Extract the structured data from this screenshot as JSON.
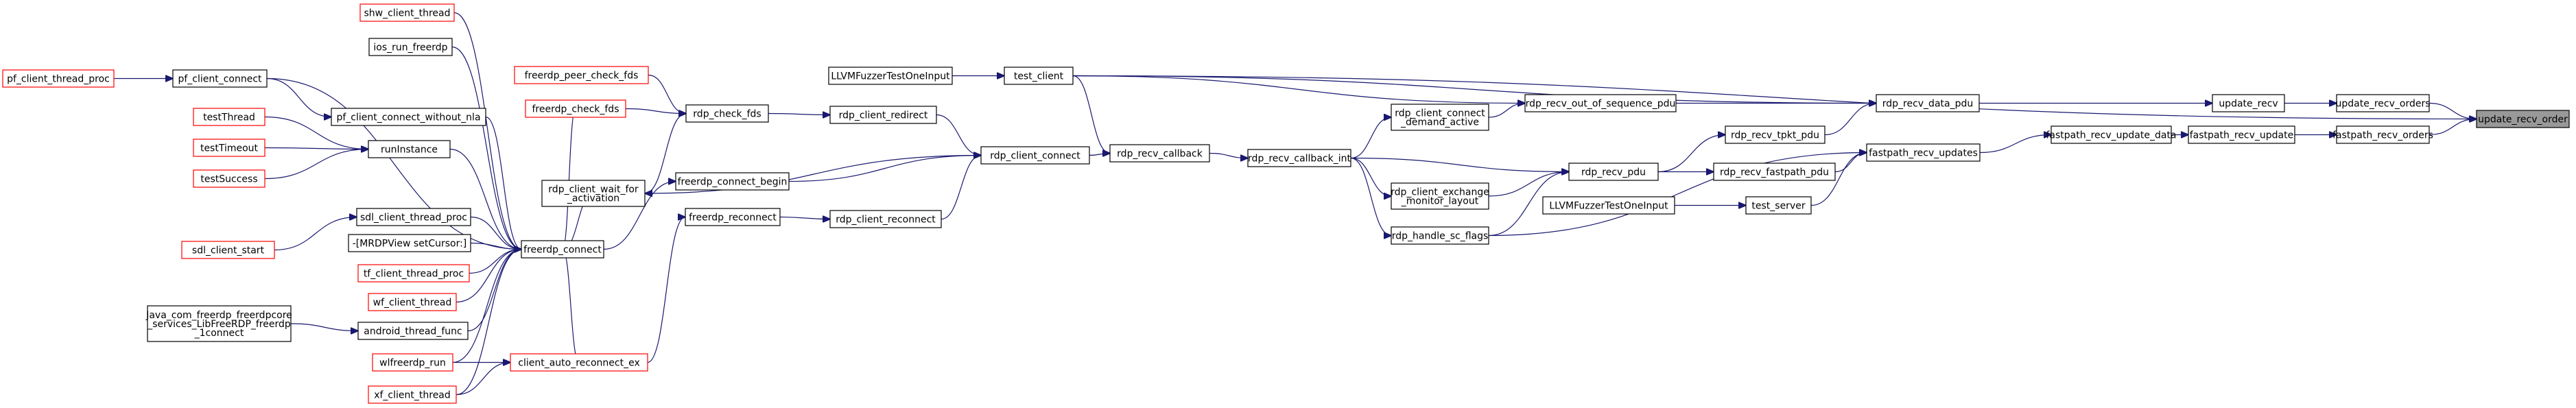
{
  "graph_title": "",
  "colors": {
    "edge": "#191970",
    "linked_border": "#000000",
    "unlinked_border": "#ff0000",
    "focus_fill": "#999999",
    "node_fill": "#ffffff"
  },
  "nodes": {
    "update_recv_order": {
      "lines": [
        "update_recv_order"
      ],
      "style": "focus"
    },
    "update_recv_orders": {
      "lines": [
        "update_recv_orders"
      ],
      "style": "linked"
    },
    "fastpath_recv_orders": {
      "lines": [
        "fastpath_recv_orders"
      ],
      "style": "linked"
    },
    "update_recv": {
      "lines": [
        "update_recv"
      ],
      "style": "linked"
    },
    "fastpath_recv_update": {
      "lines": [
        "fastpath_recv_update"
      ],
      "style": "linked"
    },
    "rdp_recv_data_pdu": {
      "lines": [
        "rdp_recv_data_pdu"
      ],
      "style": "linked"
    },
    "fastpath_recv_update_data": {
      "lines": [
        "fastpath_recv_update_data"
      ],
      "style": "linked"
    },
    "fastpath_recv_updates": {
      "lines": [
        "fastpath_recv_updates"
      ],
      "style": "linked"
    },
    "rdp_recv_out_of_sequence_pdu": {
      "lines": [
        "rdp_recv_out_of_sequence_pdu"
      ],
      "style": "linked"
    },
    "rdp_recv_tpkt_pdu": {
      "lines": [
        "rdp_recv_tpkt_pdu"
      ],
      "style": "linked"
    },
    "rdp_recv_fastpath_pdu": {
      "lines": [
        "rdp_recv_fastpath_pdu"
      ],
      "style": "linked"
    },
    "rdp_recv_pdu": {
      "lines": [
        "rdp_recv_pdu"
      ],
      "style": "linked"
    },
    "test_server": {
      "lines": [
        "test_server"
      ],
      "style": "linked"
    },
    "test_client": {
      "lines": [
        "test_client"
      ],
      "style": "linked"
    },
    "rdp_client_connect_demand_active": {
      "lines": [
        "rdp_client_connect",
        "_demand_active"
      ],
      "style": "linked"
    },
    "rdp_client_exchange_monitor_layout": {
      "lines": [
        "rdp_client_exchange",
        "_monitor_layout"
      ],
      "style": "linked"
    },
    "rdp_handle_sc_flags": {
      "lines": [
        "rdp_handle_sc_flags"
      ],
      "style": "linked"
    },
    "rdp_recv_callback_int": {
      "lines": [
        "rdp_recv_callback_int"
      ],
      "style": "linked"
    },
    "rdp_recv_callback": {
      "lines": [
        "rdp_recv_callback"
      ],
      "style": "linked"
    },
    "LLVMFuzzerTestOneInput_client": {
      "lines": [
        "LLVMFuzzerTestOneInput"
      ],
      "style": "linked"
    },
    "LLVMFuzzerTestOneInput_server": {
      "lines": [
        "LLVMFuzzerTestOneInput"
      ],
      "style": "linked"
    },
    "rdp_client_connect": {
      "lines": [
        "rdp_client_connect"
      ],
      "style": "linked"
    },
    "rdp_client_redirect": {
      "lines": [
        "rdp_client_redirect"
      ],
      "style": "linked"
    },
    "rdp_client_reconnect": {
      "lines": [
        "rdp_client_reconnect"
      ],
      "style": "linked"
    },
    "rdp_check_fds": {
      "lines": [
        "rdp_check_fds"
      ],
      "style": "linked"
    },
    "freerdp_connect_begin": {
      "lines": [
        "freerdp_connect_begin"
      ],
      "style": "linked"
    },
    "freerdp_reconnect": {
      "lines": [
        "freerdp_reconnect"
      ],
      "style": "linked"
    },
    "rdp_client_wait_for_activation": {
      "lines": [
        "rdp_client_wait_for",
        "_activation"
      ],
      "style": "linked"
    },
    "freerdp_peer_check_fds": {
      "lines": [
        "freerdp_peer_check_fds"
      ],
      "style": "unlinked"
    },
    "freerdp_check_fds": {
      "lines": [
        "freerdp_check_fds"
      ],
      "style": "unlinked"
    },
    "freerdp_connect": {
      "lines": [
        "freerdp_connect"
      ],
      "style": "linked"
    },
    "client_auto_reconnect_ex": {
      "lines": [
        "client_auto_reconnect_ex"
      ],
      "style": "unlinked"
    },
    "shw_client_thread": {
      "lines": [
        "shw_client_thread"
      ],
      "style": "unlinked"
    },
    "ios_run_freerdp": {
      "lines": [
        "ios_run_freerdp"
      ],
      "style": "linked"
    },
    "pf_client_connect_without_nla": {
      "lines": [
        "pf_client_connect_without_nla"
      ],
      "style": "linked"
    },
    "pf_client_connect": {
      "lines": [
        "pf_client_connect"
      ],
      "style": "linked"
    },
    "pf_client_thread_proc": {
      "lines": [
        "pf_client_thread_proc"
      ],
      "style": "unlinked"
    },
    "runInstance": {
      "lines": [
        "runInstance"
      ],
      "style": "linked"
    },
    "testThread": {
      "lines": [
        "testThread"
      ],
      "style": "unlinked"
    },
    "testTimeout": {
      "lines": [
        "testTimeout"
      ],
      "style": "unlinked"
    },
    "testSuccess": {
      "lines": [
        "testSuccess"
      ],
      "style": "unlinked"
    },
    "sdl_client_thread_proc": {
      "lines": [
        "sdl_client_thread_proc"
      ],
      "style": "linked"
    },
    "sdl_client_start": {
      "lines": [
        "sdl_client_start"
      ],
      "style": "unlinked"
    },
    "MRDPView_setCursor": {
      "lines": [
        "-[MRDPView setCursor:]"
      ],
      "style": "linked"
    },
    "tf_client_thread_proc": {
      "lines": [
        "tf_client_thread_proc"
      ],
      "style": "unlinked"
    },
    "wf_client_thread": {
      "lines": [
        "wf_client_thread"
      ],
      "style": "unlinked"
    },
    "android_thread_func": {
      "lines": [
        "android_thread_func"
      ],
      "style": "linked"
    },
    "Java_com_freerdp": {
      "lines": [
        "Java_com_freerdp_freerdpcore",
        "_services_LibFreeRDP_freerdp",
        "_1connect"
      ],
      "style": "linked"
    },
    "wlfreerdp_run": {
      "lines": [
        "wlfreerdp_run"
      ],
      "style": "unlinked"
    },
    "xf_client_thread": {
      "lines": [
        "xf_client_thread"
      ],
      "style": "unlinked"
    }
  },
  "edges": [
    [
      "update_recv_orders",
      "update_recv_order"
    ],
    [
      "fastpath_recv_orders",
      "update_recv_order"
    ],
    [
      "update_recv",
      "update_recv_orders"
    ],
    [
      "fastpath_recv_update",
      "fastpath_recv_orders"
    ],
    [
      "rdp_recv_data_pdu",
      "update_recv"
    ],
    [
      "fastpath_recv_update_data",
      "fastpath_recv_update"
    ],
    [
      "fastpath_recv_updates",
      "fastpath_recv_update_data"
    ],
    [
      "rdp_recv_out_of_sequence_pdu",
      "rdp_recv_data_pdu"
    ],
    [
      "rdp_recv_tpkt_pdu",
      "rdp_recv_data_pdu"
    ],
    [
      "rdp_recv_fastpath_pdu",
      "fastpath_recv_updates"
    ],
    [
      "test_client",
      "rdp_recv_data_pdu"
    ],
    [
      "test_client",
      "update_recv_order"
    ],
    [
      "rdp_handle_sc_flags",
      "fastpath_recv_updates"
    ],
    [
      "test_server",
      "fastpath_recv_updates"
    ],
    [
      "rdp_recv_pdu",
      "rdp_recv_tpkt_pdu"
    ],
    [
      "rdp_recv_pdu",
      "rdp_recv_fastpath_pdu"
    ],
    [
      "rdp_client_connect_demand_active",
      "rdp_recv_out_of_sequence_pdu"
    ],
    [
      "test_client",
      "rdp_recv_out_of_sequence_pdu"
    ],
    [
      "rdp_recv_callback_int",
      "rdp_client_connect_demand_active"
    ],
    [
      "rdp_recv_callback_int",
      "rdp_recv_pdu"
    ],
    [
      "rdp_client_exchange_monitor_layout",
      "rdp_recv_pdu"
    ],
    [
      "rdp_handle_sc_flags",
      "rdp_recv_pdu"
    ],
    [
      "rdp_recv_callback_int",
      "rdp_client_exchange_monitor_layout"
    ],
    [
      "rdp_recv_callback_int",
      "rdp_handle_sc_flags"
    ],
    [
      "LLVMFuzzerTestOneInput_server",
      "test_server"
    ],
    [
      "LLVMFuzzerTestOneInput_client",
      "test_client"
    ],
    [
      "rdp_recv_callback",
      "rdp_recv_callback_int"
    ],
    [
      "test_client",
      "rdp_recv_callback"
    ],
    [
      "rdp_client_connect",
      "rdp_recv_callback"
    ],
    [
      "rdp_client_redirect",
      "rdp_client_connect"
    ],
    [
      "rdp_client_reconnect",
      "rdp_client_connect"
    ],
    [
      "freerdp_connect_begin",
      "rdp_client_connect"
    ],
    [
      "rdp_check_fds",
      "rdp_client_redirect"
    ],
    [
      "freerdp_reconnect",
      "rdp_client_reconnect"
    ],
    [
      "rdp_client_wait_for_activation",
      "rdp_check_fds"
    ],
    [
      "freerdp_peer_check_fds",
      "rdp_check_fds"
    ],
    [
      "freerdp_check_fds",
      "rdp_check_fds"
    ],
    [
      "freerdp_connect",
      "rdp_client_wait_for_activation"
    ],
    [
      "freerdp_connect",
      "freerdp_connect_begin"
    ],
    [
      "freerdp_connect",
      "freerdp_check_fds"
    ],
    [
      "client_auto_reconnect_ex",
      "freerdp_reconnect"
    ],
    [
      "rdp_client_connect",
      "rdp_client_wait_for_activation"
    ],
    [
      "shw_client_thread",
      "freerdp_connect"
    ],
    [
      "ios_run_freerdp",
      "freerdp_connect"
    ],
    [
      "pf_client_connect_without_nla",
      "freerdp_connect"
    ],
    [
      "pf_client_connect",
      "freerdp_connect"
    ],
    [
      "pf_client_connect",
      "pf_client_connect_without_nla"
    ],
    [
      "pf_client_thread_proc",
      "pf_client_connect"
    ],
    [
      "runInstance",
      "freerdp_connect"
    ],
    [
      "testThread",
      "runInstance"
    ],
    [
      "testTimeout",
      "runInstance"
    ],
    [
      "testSuccess",
      "runInstance"
    ],
    [
      "sdl_client_thread_proc",
      "freerdp_connect"
    ],
    [
      "sdl_client_start",
      "sdl_client_thread_proc"
    ],
    [
      "MRDPView_setCursor",
      "freerdp_connect"
    ],
    [
      "tf_client_thread_proc",
      "freerdp_connect"
    ],
    [
      "wf_client_thread",
      "freerdp_connect"
    ],
    [
      "android_thread_func",
      "freerdp_connect"
    ],
    [
      "Java_com_freerdp",
      "android_thread_func"
    ],
    [
      "wlfreerdp_run",
      "freerdp_connect"
    ],
    [
      "xf_client_thread",
      "freerdp_connect"
    ],
    [
      "client_auto_reconnect_ex",
      "freerdp_connect"
    ],
    [
      "wlfreerdp_run",
      "client_auto_reconnect_ex"
    ],
    [
      "xf_client_thread",
      "client_auto_reconnect_ex"
    ]
  ]
}
